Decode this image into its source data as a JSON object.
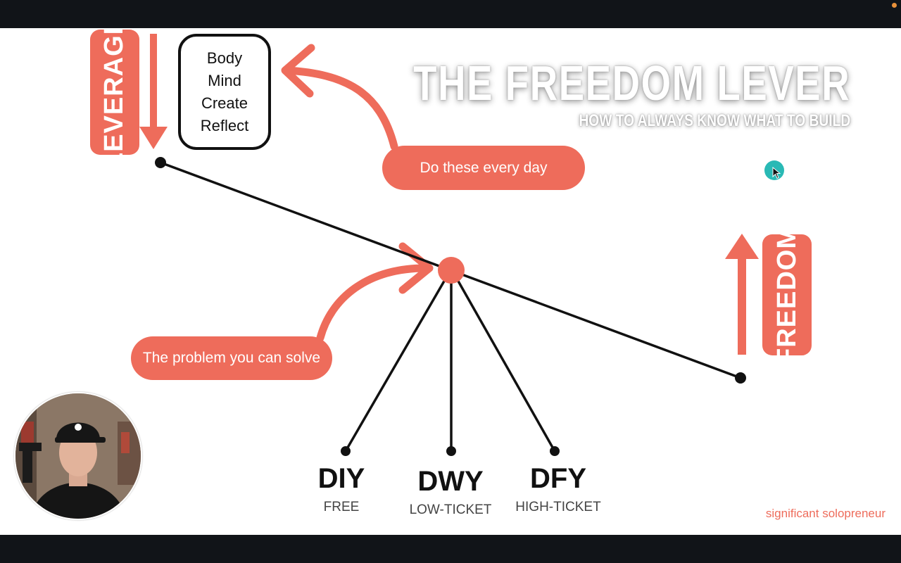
{
  "slide": {
    "title": "THE FREEDOM LEVER",
    "subtitle": "HOW TO ALWAYS KNOW WHAT TO BUILD",
    "leverage_label": "LEVERAGE",
    "freedom_label": "FREEDOM",
    "daily_habits": [
      "Body",
      "Mind",
      "Create",
      "Reflect"
    ],
    "daily_callout": "Do these every day",
    "fulcrum_callout": "The problem you can solve",
    "offers": [
      {
        "code": "DIY",
        "price": "FREE"
      },
      {
        "code": "DWY",
        "price": "LOW-TICKET"
      },
      {
        "code": "DFY",
        "price": "HIGH-TICKET"
      }
    ],
    "brand": "significant solopreneur"
  },
  "colors": {
    "accent": "#ee6c5b",
    "line": "#111111",
    "cursor": "#29b9b5",
    "frame": "#111418"
  },
  "presenter": {
    "icon": "presenter-webcam-avatar"
  }
}
